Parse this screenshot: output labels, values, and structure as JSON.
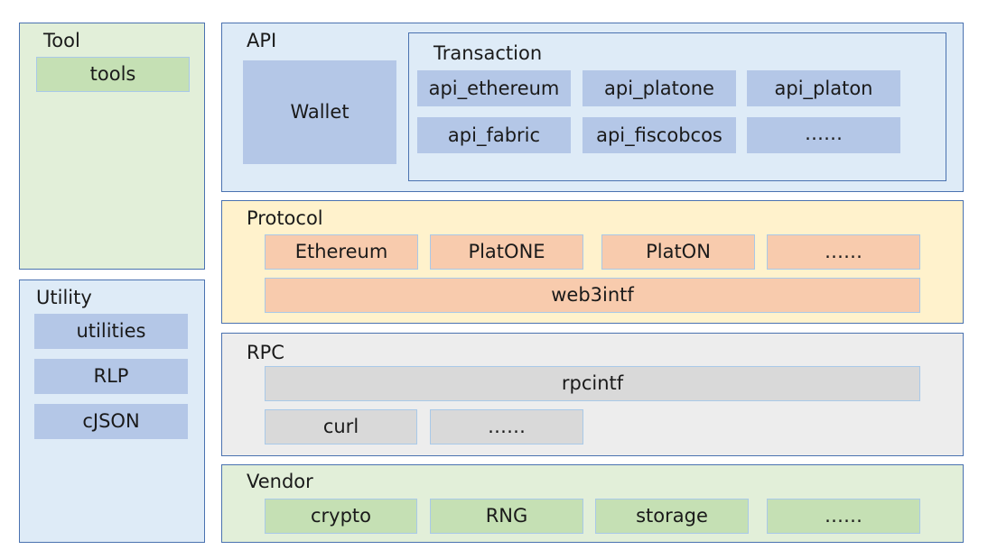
{
  "tool": {
    "title": "Tool",
    "items": [
      "tools"
    ]
  },
  "utility": {
    "title": "Utility",
    "items": [
      "utilities",
      "RLP",
      "cJSON"
    ]
  },
  "api": {
    "title": "API",
    "wallet": "Wallet",
    "transaction": {
      "title": "Transaction",
      "items": [
        "api_ethereum",
        "api_platone",
        "api_platon",
        "api_fabric",
        "api_fiscobcos",
        "……"
      ]
    }
  },
  "protocol": {
    "title": "Protocol",
    "items": [
      "Ethereum",
      "PlatONE",
      "PlatON",
      "……"
    ],
    "interface": "web3intf"
  },
  "rpc": {
    "title": "RPC",
    "interface": "rpcintf",
    "items": [
      "curl",
      "……"
    ]
  },
  "vendor": {
    "title": "Vendor",
    "items": [
      "crypto",
      "RNG",
      "storage",
      "……"
    ]
  },
  "colors": {
    "border": "#4a72b0",
    "green_panel": "#e2efd9",
    "green_box": "#c5e0b4",
    "blue_panel": "#deebf7",
    "blue_box": "#b4c7e7",
    "yellow_panel": "#fff2cc",
    "orange_box": "#f8cbad",
    "gray_panel": "#ededed",
    "gray_box": "#d9d9d9"
  }
}
